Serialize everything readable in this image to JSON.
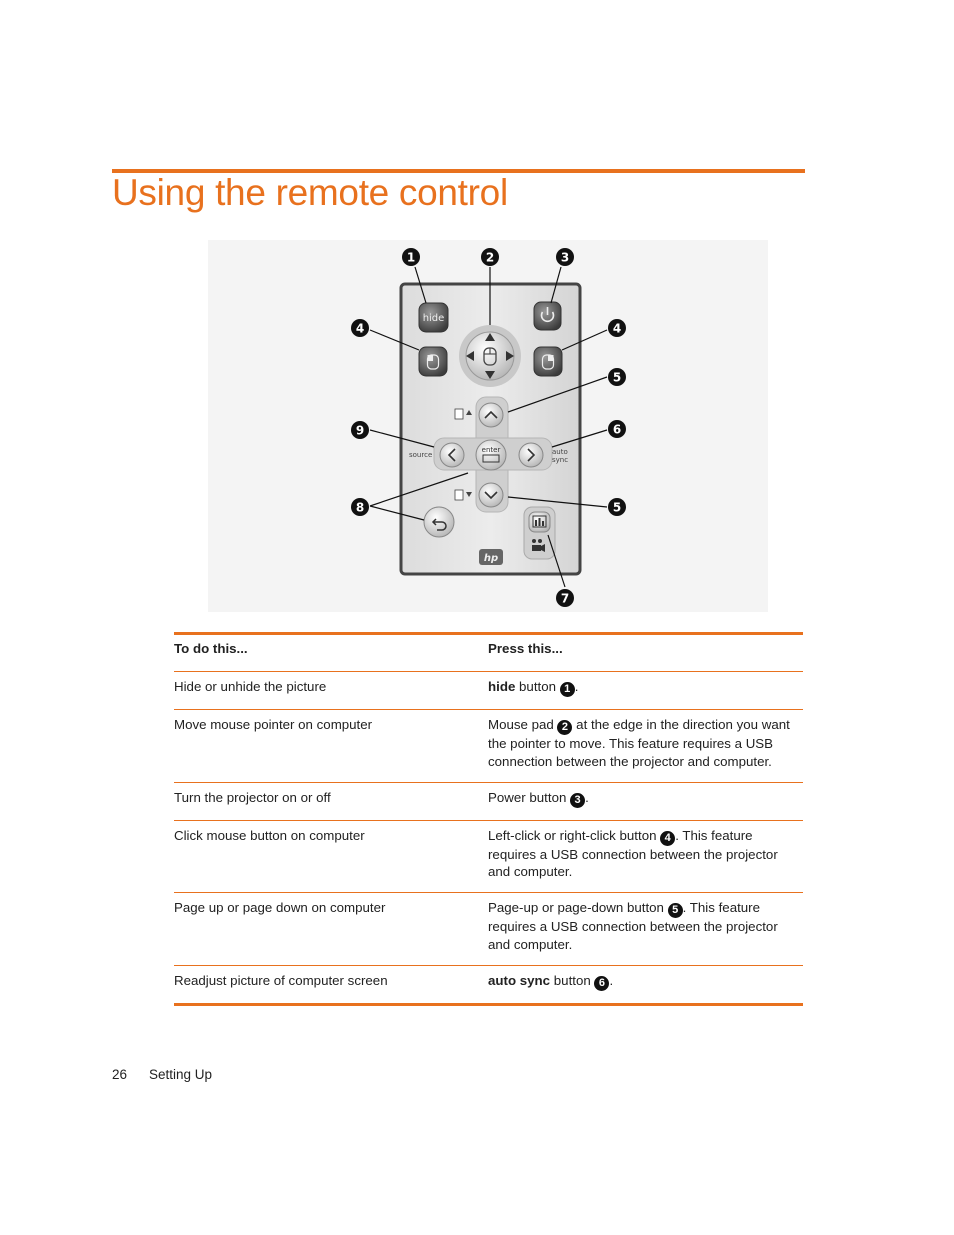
{
  "page": {
    "title": "Using the remote control",
    "page_number": "26",
    "section": "Setting Up"
  },
  "figure": {
    "callouts": [
      "1",
      "2",
      "3",
      "4",
      "5",
      "6",
      "7",
      "8",
      "9"
    ],
    "button_labels": {
      "hide": "hide",
      "enter": "enter",
      "source": "source",
      "auto": "auto",
      "sync": "sync",
      "logo": "hp"
    }
  },
  "table": {
    "headers": [
      "To do this...",
      "Press this..."
    ],
    "rows": [
      {
        "action": "Hide or unhide the picture",
        "bold": "hide",
        "pre": "",
        "mid": " button ",
        "num": "1",
        "post": "."
      },
      {
        "action": "Move mouse pointer on computer",
        "bold": "",
        "pre": "Mouse pad ",
        "mid": "",
        "num": "2",
        "post": " at the edge in the direction you want the pointer to move. This feature requires a USB connection between the projector and computer."
      },
      {
        "action": "Turn the projector on or off",
        "bold": "",
        "pre": "Power button ",
        "mid": "",
        "num": "3",
        "post": "."
      },
      {
        "action": "Click mouse button on computer",
        "bold": "",
        "pre": "Left-click or right-click button ",
        "mid": "",
        "num": "4",
        "post": ". This feature requires a USB connection between the projector and computer."
      },
      {
        "action": "Page up or page down on computer",
        "bold": "",
        "pre": "Page-up or page-down button ",
        "mid": "",
        "num": "5",
        "post": ". This feature requires a USB connection between the projector and computer."
      },
      {
        "action": "Readjust picture of computer screen",
        "bold": "auto sync",
        "pre": "",
        "mid": " button ",
        "num": "6",
        "post": "."
      }
    ]
  },
  "colors": {
    "accent": "#e8711e",
    "callout": "#111111"
  }
}
